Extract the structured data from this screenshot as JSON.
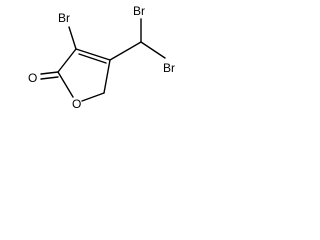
{
  "molecule": {
    "atoms": {
      "br_ring": "Br",
      "br_side_top": "Br",
      "br_side_right": "Br",
      "o_carbonyl": "O",
      "o_ring": "O"
    },
    "colors": {
      "bond": "#000000",
      "label": "#000000",
      "background": "#ffffff"
    }
  }
}
